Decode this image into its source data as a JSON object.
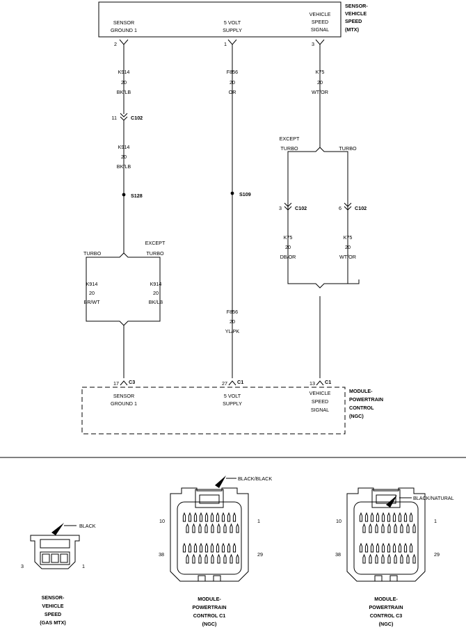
{
  "top_component": {
    "name_lines": [
      "SENSOR-",
      "VEHICLE",
      "SPEED",
      "(MTX)"
    ],
    "pins": [
      {
        "label_lines": [
          "SENSOR",
          "GROUND 1"
        ],
        "pin": "2"
      },
      {
        "label_lines": [
          "5 VOLT",
          "SUPPLY"
        ],
        "pin": "1"
      },
      {
        "label_lines": [
          "VEHICLE",
          "SPEED",
          "SIGNAL"
        ],
        "pin": "3"
      }
    ]
  },
  "wires": {
    "k914_upper": {
      "circuit": "K914",
      "gauge": "20",
      "color": "BK/LB"
    },
    "k914_mid": {
      "circuit": "K914",
      "gauge": "20",
      "color": "BK/LB"
    },
    "k914_turbo": {
      "circuit": "K914",
      "gauge": "20",
      "color": "BR/WT"
    },
    "k914_except": {
      "circuit": "K914",
      "gauge": "20",
      "color": "BK/LB"
    },
    "f856_upper": {
      "circuit": "F856",
      "gauge": "20",
      "color": "OR"
    },
    "f856_lower": {
      "circuit": "F856",
      "gauge": "20",
      "color": "YL/PK"
    },
    "k75_upper": {
      "circuit": "K75",
      "gauge": "20",
      "color": "WT/OR"
    },
    "k75_except": {
      "circuit": "K75",
      "gauge": "20",
      "color": "DB/OR"
    },
    "k75_turbo": {
      "circuit": "K75",
      "gauge": "20",
      "color": "WT/OR"
    }
  },
  "connectors": {
    "c102_left": {
      "pin": "11",
      "name": "C102"
    },
    "c102_except": {
      "pin": "3",
      "name": "C102"
    },
    "c102_turbo": {
      "pin": "6",
      "name": "C102"
    }
  },
  "splices": {
    "s128": "S128",
    "s109": "S109"
  },
  "branch_labels": {
    "turbo": "TURBO",
    "except_lines": [
      "EXCEPT",
      "TURBO"
    ]
  },
  "bottom_component": {
    "name_lines": [
      "MODULE-",
      "POWERTRAIN",
      "CONTROL",
      "(NGC)"
    ],
    "pins": [
      {
        "pin": "17",
        "connector": "C3",
        "label_lines": [
          "SENSOR",
          "GROUND 1"
        ]
      },
      {
        "pin": "27",
        "connector": "C1",
        "label_lines": [
          "5 VOLT",
          "SUPPLY"
        ]
      },
      {
        "pin": "13",
        "connector": "C1",
        "label_lines": [
          "VEHICLE",
          "SPEED",
          "SIGNAL"
        ]
      }
    ]
  },
  "connector_views": [
    {
      "color_label": "BLACK",
      "pin_left": "3",
      "pin_right": "1",
      "caption_lines": [
        "SENSOR-",
        "VEHICLE",
        "SPEED",
        "(GAS MTX)"
      ]
    },
    {
      "color_label": "BLACK/BLACK",
      "pin_top_left": "10",
      "pin_top_right": "1",
      "pin_bottom_left": "38",
      "pin_bottom_right": "29",
      "caption_lines": [
        "MODULE-",
        "POWERTRAIN",
        "CONTROL C1",
        "(NGC)"
      ]
    },
    {
      "color_label": "BLACK/NATURAL",
      "pin_top_left": "10",
      "pin_top_right": "1",
      "pin_bottom_left": "38",
      "pin_bottom_right": "29",
      "caption_lines": [
        "MODULE-",
        "POWERTRAIN",
        "CONTROL C3",
        "(NGC)"
      ]
    }
  ]
}
